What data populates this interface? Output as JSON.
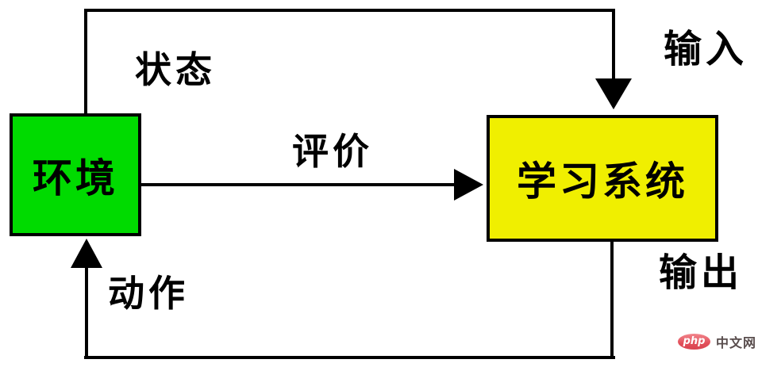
{
  "nodes": {
    "environment": {
      "label": "环境",
      "fill": "#00db00"
    },
    "learning_system": {
      "label": "学习系统",
      "fill": "#f0ef00"
    }
  },
  "edge_labels": {
    "state": "状态",
    "input": "输入",
    "evaluation": "评价",
    "action": "动作",
    "output": "输出"
  },
  "colors": {
    "line": "#000000",
    "environment_fill": "#00db00",
    "learning_system_fill": "#f0ef00",
    "logo_badge": "#e24f5a",
    "site_text": "#584c4c"
  },
  "watermark": {
    "brand": "php",
    "site": "中文网"
  }
}
